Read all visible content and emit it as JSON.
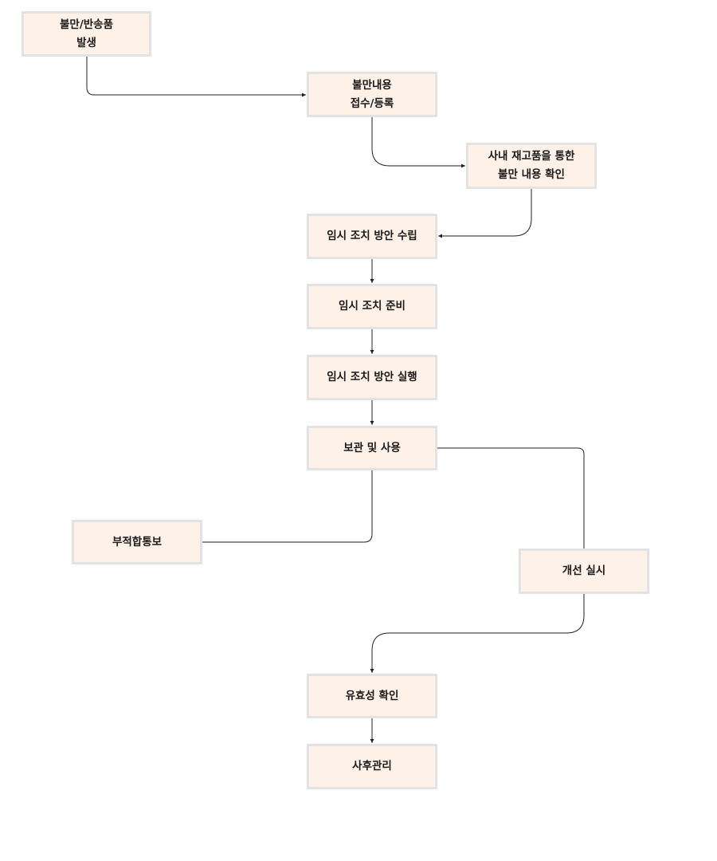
{
  "nodes": [
    {
      "id": "n1",
      "label": "불만/반송품\n발생"
    },
    {
      "id": "n2",
      "label": "불만내용\n접수/등록"
    },
    {
      "id": "n3",
      "label": "사내 재고품을 통한\n불만 내용 확인"
    },
    {
      "id": "n4",
      "label": "임시 조치 방안 수립"
    },
    {
      "id": "n5",
      "label": "임시 조치 준비"
    },
    {
      "id": "n6",
      "label": "임시 조치 방안 실행"
    },
    {
      "id": "n7",
      "label": "보관 및 사용"
    },
    {
      "id": "n8",
      "label": "부적합통보"
    },
    {
      "id": "n9",
      "label": "개선 실시"
    },
    {
      "id": "n10",
      "label": "유효성 확인"
    },
    {
      "id": "n11",
      "label": "사후관리"
    }
  ],
  "edges": [
    {
      "from": "n1",
      "to": "n2"
    },
    {
      "from": "n2",
      "to": "n3"
    },
    {
      "from": "n3",
      "to": "n4"
    },
    {
      "from": "n4",
      "to": "n5"
    },
    {
      "from": "n5",
      "to": "n6"
    },
    {
      "from": "n6",
      "to": "n7"
    },
    {
      "from": "n7",
      "to": "n8"
    },
    {
      "from": "n7",
      "to": "n9"
    },
    {
      "from": "n9",
      "to": "n10"
    },
    {
      "from": "n10",
      "to": "n11"
    }
  ]
}
